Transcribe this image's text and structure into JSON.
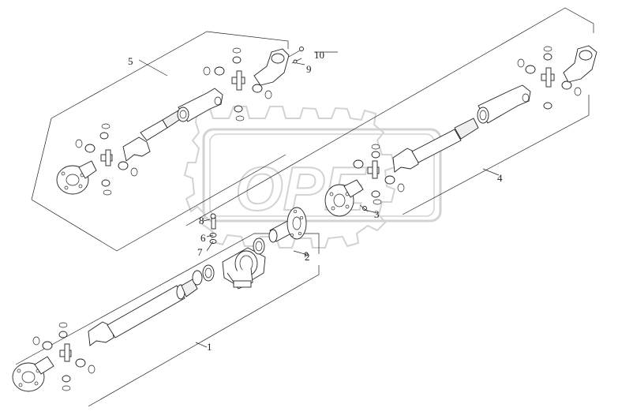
{
  "diagram": {
    "callouts": [
      {
        "id": "1",
        "text": "1"
      },
      {
        "id": "2",
        "text": "2"
      },
      {
        "id": "3",
        "text": "3"
      },
      {
        "id": "4",
        "text": "4"
      },
      {
        "id": "5",
        "text": "5"
      },
      {
        "id": "6",
        "text": "6"
      },
      {
        "id": "7",
        "text": "7"
      },
      {
        "id": "8",
        "text": "8"
      },
      {
        "id": "9",
        "text": "9"
      },
      {
        "id": "10",
        "text": "10"
      }
    ],
    "watermark": {
      "text": "OPE",
      "color": "#d3d3d3"
    },
    "line_color": "#222222",
    "background": "#ffffff"
  }
}
